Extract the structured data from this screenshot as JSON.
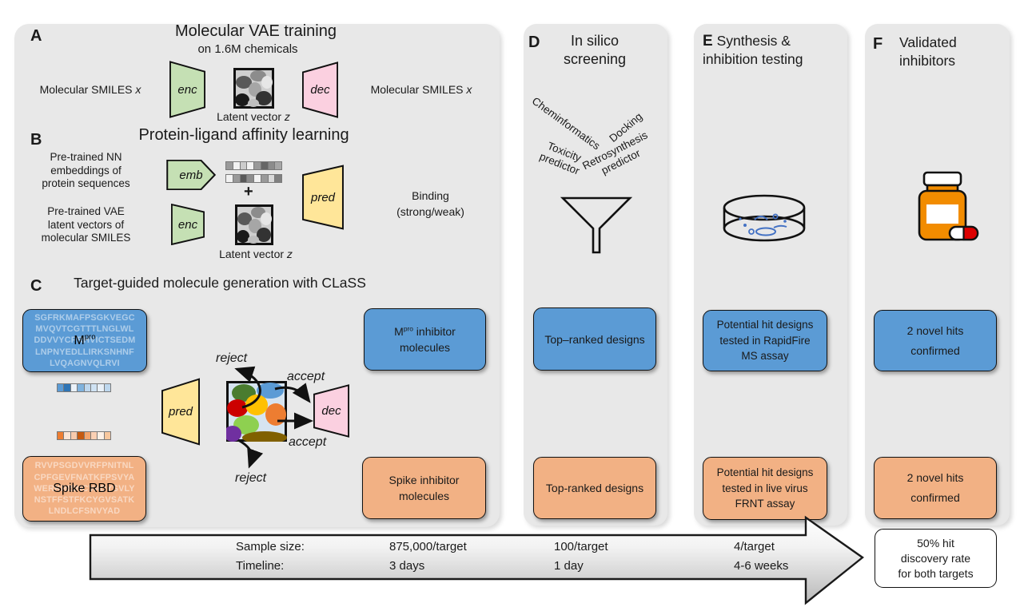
{
  "colors": {
    "panel_bg": "#e8e8e8",
    "target_blue": "#5b9bd5",
    "target_orange": "#f2b184",
    "encoder_green": "#c5e0b4",
    "decoder_pink": "#fbd0e0",
    "predictor_yellow": "#ffe699",
    "petri_blue": "#4472c4",
    "bottle_orange": "#f28c00",
    "capsule_red": "#dd0000"
  },
  "panels": {
    "a": {
      "key": "A",
      "title": "Molecular VAE training",
      "subtitle": "on 1.6M chemicals",
      "smiles_left": "Molecular SMILES",
      "smiles_left_var": "x",
      "smiles_right": "Molecular SMILES",
      "smiles_right_var": "x",
      "enc": "enc",
      "dec": "dec",
      "latent": "Latent vector",
      "latent_var": "z"
    },
    "b": {
      "key": "B",
      "title": "Protein-ligand affinity learning",
      "protein_embeddings": [
        "Pre-trained NN",
        "embeddings of",
        "protein sequences"
      ],
      "vae_latents": [
        "Pre-trained VAE",
        "latent vectors of",
        "molecular SMILES"
      ],
      "emb": "emb",
      "enc": "enc",
      "pred": "pred",
      "plus": "+",
      "latent": "Latent vector",
      "latent_var": "z",
      "binding": [
        "Binding",
        "(strong/weak)"
      ]
    },
    "c": {
      "key": "C",
      "title": "Target-guided molecule generation with CLaSS",
      "mpro_seq": [
        "SGFRKMAFPSGKVEGC",
        "MVQVTCGTTTLNGLWL",
        "DDVVYCPRHVICTSEDM",
        "LNPNYEDLLIRKSNHNF",
        "LVQAGNVQLRVI"
      ],
      "mpro_label_base": "M",
      "mpro_label_sup": "pro",
      "spike_seq": [
        "RVVPSGDVVRFPNITNL",
        "CPFGEVFNATKFPSVYA",
        "WERKRISNCVADYSVLY",
        "NSTFFSTFKCYGVSATK",
        "LNDLCFSNVYAD"
      ],
      "spike_label": "Spike RBD",
      "pred": "pred",
      "dec": "dec",
      "accept_top": "accept",
      "accept_bottom": "accept",
      "reject_top": "reject",
      "reject_bottom": "reject",
      "mpro_out_pre": "M",
      "mpro_out_sup": "pro",
      "mpro_out_post": " inhibitor",
      "mpro_out_line2": "molecules",
      "spike_out": [
        "Spike inhibitor",
        "molecules"
      ]
    },
    "d": {
      "key": "D",
      "title": [
        "In silico",
        "screening"
      ],
      "cheminformatics": "Cheminformatics",
      "docking": "Docking",
      "toxicity": [
        "Toxicity",
        "predictor"
      ],
      "retrosynthesis": [
        "Retrosynthesis",
        "predictor"
      ],
      "box_blue": "Top–ranked designs",
      "box_orange": "Top-ranked designs"
    },
    "e": {
      "key": "E",
      "title1": "Synthesis &",
      "title2": "inhibition testing",
      "box_blue": [
        "Potential hit designs",
        "tested in RapidFire",
        "MS assay"
      ],
      "box_orange": [
        "Potential hit designs",
        "tested in live virus",
        "FRNT assay"
      ]
    },
    "f": {
      "key": "F",
      "title": [
        "Validated",
        "inhibitors"
      ],
      "box_blue": [
        "2 novel hits",
        "confirmed"
      ],
      "box_orange": [
        "2 novel hits",
        "confirmed"
      ],
      "summary": [
        "50% hit",
        "discovery rate",
        "for both targets"
      ]
    }
  },
  "strips": {
    "b_protein": [
      "#999999",
      "#f2f2f2",
      "#cccccc",
      "#f2f2f2",
      "#999999",
      "#666666",
      "#8c8c8c",
      "#a6a6a6"
    ],
    "b_molecule": [
      "#f2f2f2",
      "#999999",
      "#595959",
      "#8c8c8c",
      "#f2f2f2",
      "#999999",
      "#d9d9d9",
      "#808080"
    ],
    "c_blue": [
      "#5b9bd5",
      "#2e75b6",
      "#eaf1f9",
      "#7fb2dd",
      "#bdd7ee",
      "#cfe2f3",
      "#e8f0f8",
      "#bdd7ee"
    ],
    "c_orange": [
      "#ed7d31",
      "#fbe5d6",
      "#f8cbad",
      "#c55a11",
      "#f4a56d",
      "#fbd0b3",
      "#fdf0e6",
      "#f8c79d"
    ]
  },
  "arrow": {
    "row1_label": "Sample size:",
    "row2_label": "Timeline:",
    "col1": [
      "875,000/target",
      "3 days"
    ],
    "col2": [
      "100/target",
      "1 day"
    ],
    "col3": [
      "4/target",
      "4-6 weeks"
    ]
  }
}
